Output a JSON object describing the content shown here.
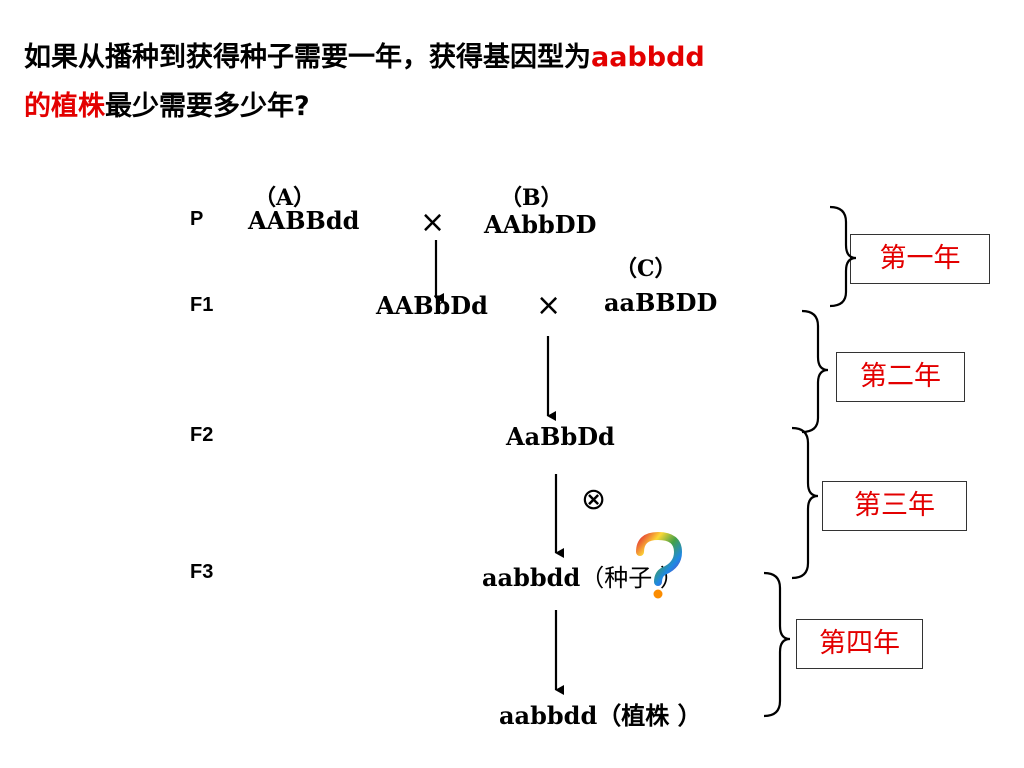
{
  "title": {
    "line1_black": "如果从播种到获得种子需要一年，获得基因型为",
    "line1_red": "aabbdd",
    "line2_red": "的植株",
    "line2_black": "最少需要多少年?"
  },
  "generations": [
    "P",
    "F1",
    "F2",
    "F3"
  ],
  "parents": {
    "a_label": "（A）",
    "a_genotype": "AABBdd",
    "b_label": "（B）",
    "b_genotype": "AAbbDD",
    "c_label": "（C）",
    "c_genotype": "aaBBDD",
    "cross_symbol": "×"
  },
  "offspring": {
    "f1_genotype": "AABbDd",
    "f2_genotype": "AaBbDd",
    "selfing_symbol": "⊗",
    "f3_genotype": "aabbdd",
    "f3_note": "（种子 ）",
    "final_genotype": "aabbdd",
    "final_note": "（植株 ）",
    "question_icon": "question-mark-icon"
  },
  "years": [
    "第一年",
    "第二年",
    "第三年",
    "第四年"
  ],
  "colors": {
    "accent": "#e30000",
    "text": "#000000"
  }
}
